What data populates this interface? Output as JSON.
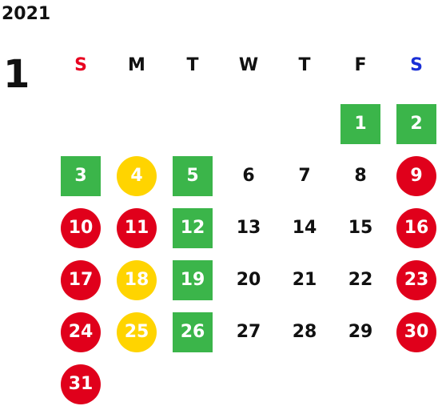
{
  "year": "2021",
  "month": "1",
  "colors": {
    "sunday_label": "#e8001f",
    "saturday_label": "#1a2fd6",
    "weekday_label": "#111111",
    "green": "#3bb54a",
    "red": "#e0001b",
    "yellow": "#ffd400"
  },
  "weekdays": [
    {
      "label": "S",
      "kind": "sunday"
    },
    {
      "label": "M",
      "kind": "weekday"
    },
    {
      "label": "T",
      "kind": "weekday"
    },
    {
      "label": "W",
      "kind": "weekday"
    },
    {
      "label": "T",
      "kind": "weekday"
    },
    {
      "label": "F",
      "kind": "weekday"
    },
    {
      "label": "S",
      "kind": "saturday"
    }
  ],
  "weeks": [
    [
      {
        "day": ""
      },
      {
        "day": ""
      },
      {
        "day": ""
      },
      {
        "day": ""
      },
      {
        "day": ""
      },
      {
        "day": "1",
        "style": "green-square"
      },
      {
        "day": "2",
        "style": "green-square"
      }
    ],
    [
      {
        "day": "3",
        "style": "green-square"
      },
      {
        "day": "4",
        "style": "yellow-circle"
      },
      {
        "day": "5",
        "style": "green-square"
      },
      {
        "day": "6",
        "style": "plain"
      },
      {
        "day": "7",
        "style": "plain"
      },
      {
        "day": "8",
        "style": "plain"
      },
      {
        "day": "9",
        "style": "red-circle"
      }
    ],
    [
      {
        "day": "10",
        "style": "red-circle"
      },
      {
        "day": "11",
        "style": "red-circle"
      },
      {
        "day": "12",
        "style": "green-square"
      },
      {
        "day": "13",
        "style": "plain"
      },
      {
        "day": "14",
        "style": "plain"
      },
      {
        "day": "15",
        "style": "plain"
      },
      {
        "day": "16",
        "style": "red-circle"
      }
    ],
    [
      {
        "day": "17",
        "style": "red-circle"
      },
      {
        "day": "18",
        "style": "yellow-circle"
      },
      {
        "day": "19",
        "style": "green-square"
      },
      {
        "day": "20",
        "style": "plain"
      },
      {
        "day": "21",
        "style": "plain"
      },
      {
        "day": "22",
        "style": "plain"
      },
      {
        "day": "23",
        "style": "red-circle"
      }
    ],
    [
      {
        "day": "24",
        "style": "red-circle"
      },
      {
        "day": "25",
        "style": "yellow-circle"
      },
      {
        "day": "26",
        "style": "green-square"
      },
      {
        "day": "27",
        "style": "plain"
      },
      {
        "day": "28",
        "style": "plain"
      },
      {
        "day": "29",
        "style": "plain"
      },
      {
        "day": "30",
        "style": "red-circle"
      }
    ],
    [
      {
        "day": "31",
        "style": "red-circle"
      },
      {
        "day": ""
      },
      {
        "day": ""
      },
      {
        "day": ""
      },
      {
        "day": ""
      },
      {
        "day": ""
      },
      {
        "day": ""
      }
    ]
  ]
}
